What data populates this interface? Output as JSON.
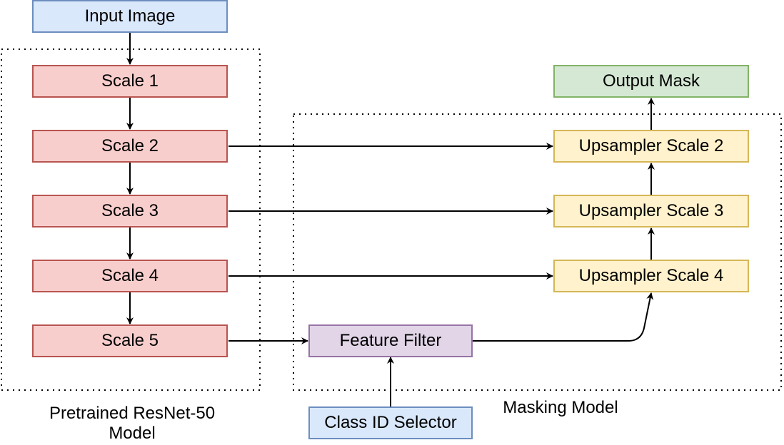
{
  "nodes": {
    "input_image": {
      "label": "Input Image",
      "fill": "#dae8fc",
      "stroke": "#6c8ebf"
    },
    "scale1": {
      "label": "Scale 1",
      "fill": "#f8cecc",
      "stroke": "#b85450"
    },
    "scale2": {
      "label": "Scale 2",
      "fill": "#f8cecc",
      "stroke": "#b85450"
    },
    "scale3": {
      "label": "Scale 3",
      "fill": "#f8cecc",
      "stroke": "#b85450"
    },
    "scale4": {
      "label": "Scale 4",
      "fill": "#f8cecc",
      "stroke": "#b85450"
    },
    "scale5": {
      "label": "Scale 5",
      "fill": "#f8cecc",
      "stroke": "#b85450"
    },
    "output_mask": {
      "label": "Output Mask",
      "fill": "#d5e8d4",
      "stroke": "#82b366"
    },
    "upsampler2": {
      "label": "Upsampler Scale 2",
      "fill": "#fff2cc",
      "stroke": "#d6b656"
    },
    "upsampler3": {
      "label": "Upsampler Scale 3",
      "fill": "#fff2cc",
      "stroke": "#d6b656"
    },
    "upsampler4": {
      "label": "Upsampler Scale 4",
      "fill": "#fff2cc",
      "stroke": "#d6b656"
    },
    "feature_filter": {
      "label": "Feature Filter",
      "fill": "#e1d5e7",
      "stroke": "#9673a6"
    },
    "class_id_selector": {
      "label": "Class ID Selector",
      "fill": "#dae8fc",
      "stroke": "#6c8ebf"
    }
  },
  "groups": {
    "resnet": {
      "label_line1": "Pretrained ResNet-50",
      "label_line2": "Model"
    },
    "masking": {
      "label": "Masking Model"
    }
  },
  "edges": [
    {
      "from": "input_image",
      "to": "scale1"
    },
    {
      "from": "scale1",
      "to": "scale2"
    },
    {
      "from": "scale2",
      "to": "scale3"
    },
    {
      "from": "scale3",
      "to": "scale4"
    },
    {
      "from": "scale4",
      "to": "scale5"
    },
    {
      "from": "scale2",
      "to": "upsampler2"
    },
    {
      "from": "scale3",
      "to": "upsampler3"
    },
    {
      "from": "scale4",
      "to": "upsampler4"
    },
    {
      "from": "scale5",
      "to": "feature_filter"
    },
    {
      "from": "class_id_selector",
      "to": "feature_filter"
    },
    {
      "from": "feature_filter",
      "to": "upsampler4"
    },
    {
      "from": "upsampler4",
      "to": "upsampler3"
    },
    {
      "from": "upsampler3",
      "to": "upsampler2"
    },
    {
      "from": "upsampler2",
      "to": "output_mask"
    }
  ]
}
